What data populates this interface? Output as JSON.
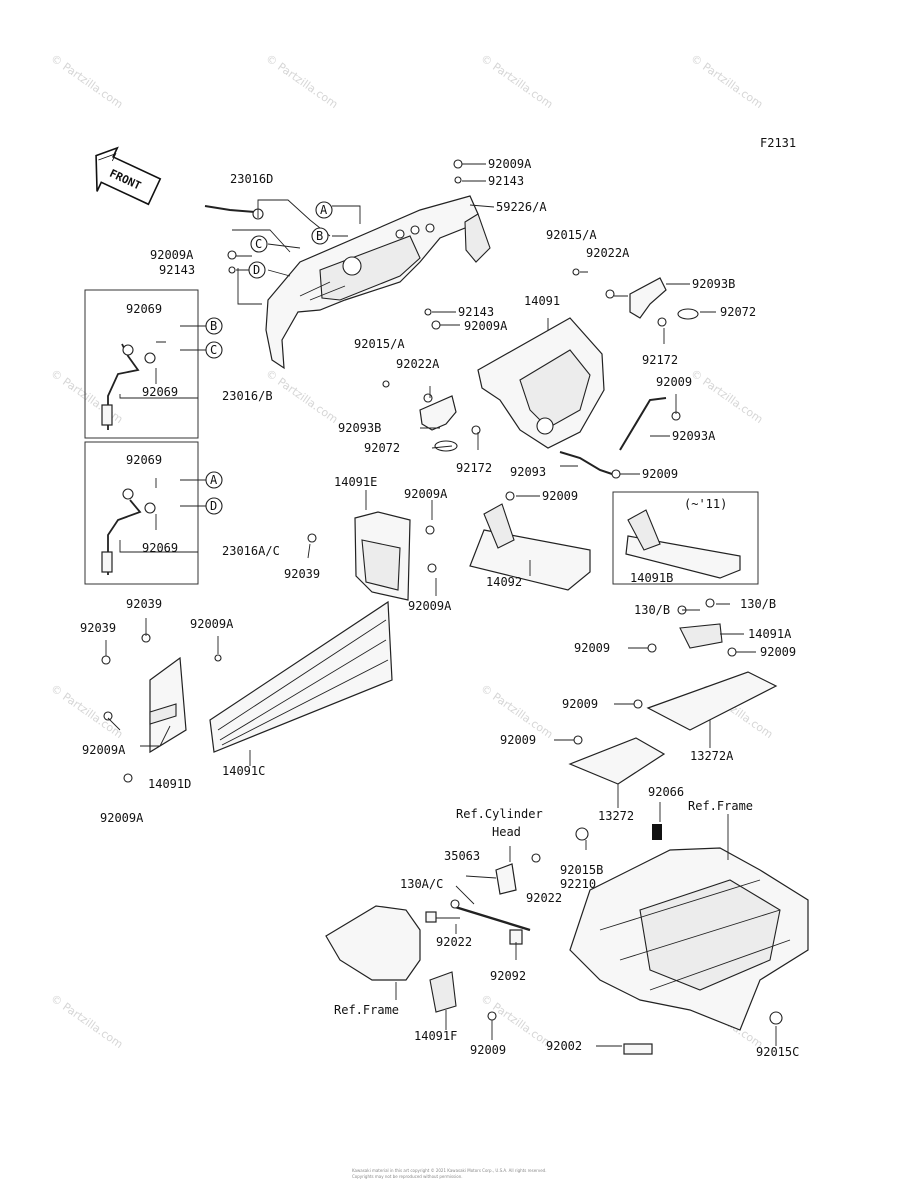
{
  "figure_code": "F2131",
  "front_label": "FRONT",
  "year_note": "(~'11)",
  "watermark": "© Partzilla.com",
  "footer_line1": "Kawasaki material in this art copyright © 2021 Kawasaki Motors Corp., U.S.A. All rights reserved.",
  "footer_line2": "Copyrights may not be reproduced without permission.",
  "callouts": [
    "A",
    "B",
    "C",
    "D"
  ],
  "labels": {
    "l_92009A_a": "92009A",
    "l_92143_a": "92143",
    "l_59226A": "59226/A",
    "l_23016D": "23016D",
    "l_92009A_b": "92009A",
    "l_92143_b": "92143",
    "l_92143_c": "92143",
    "l_92009A_c": "92009A",
    "l_92015A_a": "92015/A",
    "l_92022A_a": "92022A",
    "l_92093B_a": "92093B",
    "l_92072_a": "92072",
    "l_92172_a": "92172",
    "l_14091": "14091",
    "l_92015A_b": "92015/A",
    "l_92022A_b": "92022A",
    "l_92093B_b": "92093B",
    "l_92072_b": "92072",
    "l_92172_b": "92172",
    "l_92009_a": "92009",
    "l_92093A": "92093A",
    "l_92093": "92093",
    "l_92009_b": "92009",
    "l_92069_a": "92069",
    "l_92069_b": "92069",
    "l_23016B": "23016/B",
    "l_92069_c": "92069",
    "l_92069_d": "92069",
    "l_23016AC": "23016A/C",
    "l_14091E": "14091E",
    "l_92009A_d": "92009A",
    "l_92039_a": "92039",
    "l_92009A_e": "92009A",
    "l_92009_c": "92009",
    "l_14092": "14092",
    "l_14091B": "14091B",
    "l_92039_b": "92039",
    "l_92039_c": "92039",
    "l_92009A_f": "92009A",
    "l_92009A_g": "92009A",
    "l_14091D": "14091D",
    "l_14091C": "14091C",
    "l_92009A_h": "92009A",
    "l_130B_a": "130/B",
    "l_130B_b": "130/B",
    "l_14091A": "14091A",
    "l_92009_d": "92009",
    "l_92009_e": "92009",
    "l_92009_f": "92009",
    "l_92009_g": "92009",
    "l_13272A": "13272A",
    "l_13272": "13272",
    "l_92066": "92066",
    "l_refcyl1": "Ref.Cylinder",
    "l_refcyl2": "Head",
    "l_refframe_a": "Ref.Frame",
    "l_35063": "35063",
    "l_92015B": "92015B",
    "l_92210": "92210",
    "l_92022_a": "92022",
    "l_130AC": "130A/C",
    "l_92022_b": "92022",
    "l_92092": "92092",
    "l_refframe_b": "Ref.Frame",
    "l_14091F": "14091F",
    "l_92009_h": "92009",
    "l_92002": "92002",
    "l_92015C": "92015C"
  }
}
